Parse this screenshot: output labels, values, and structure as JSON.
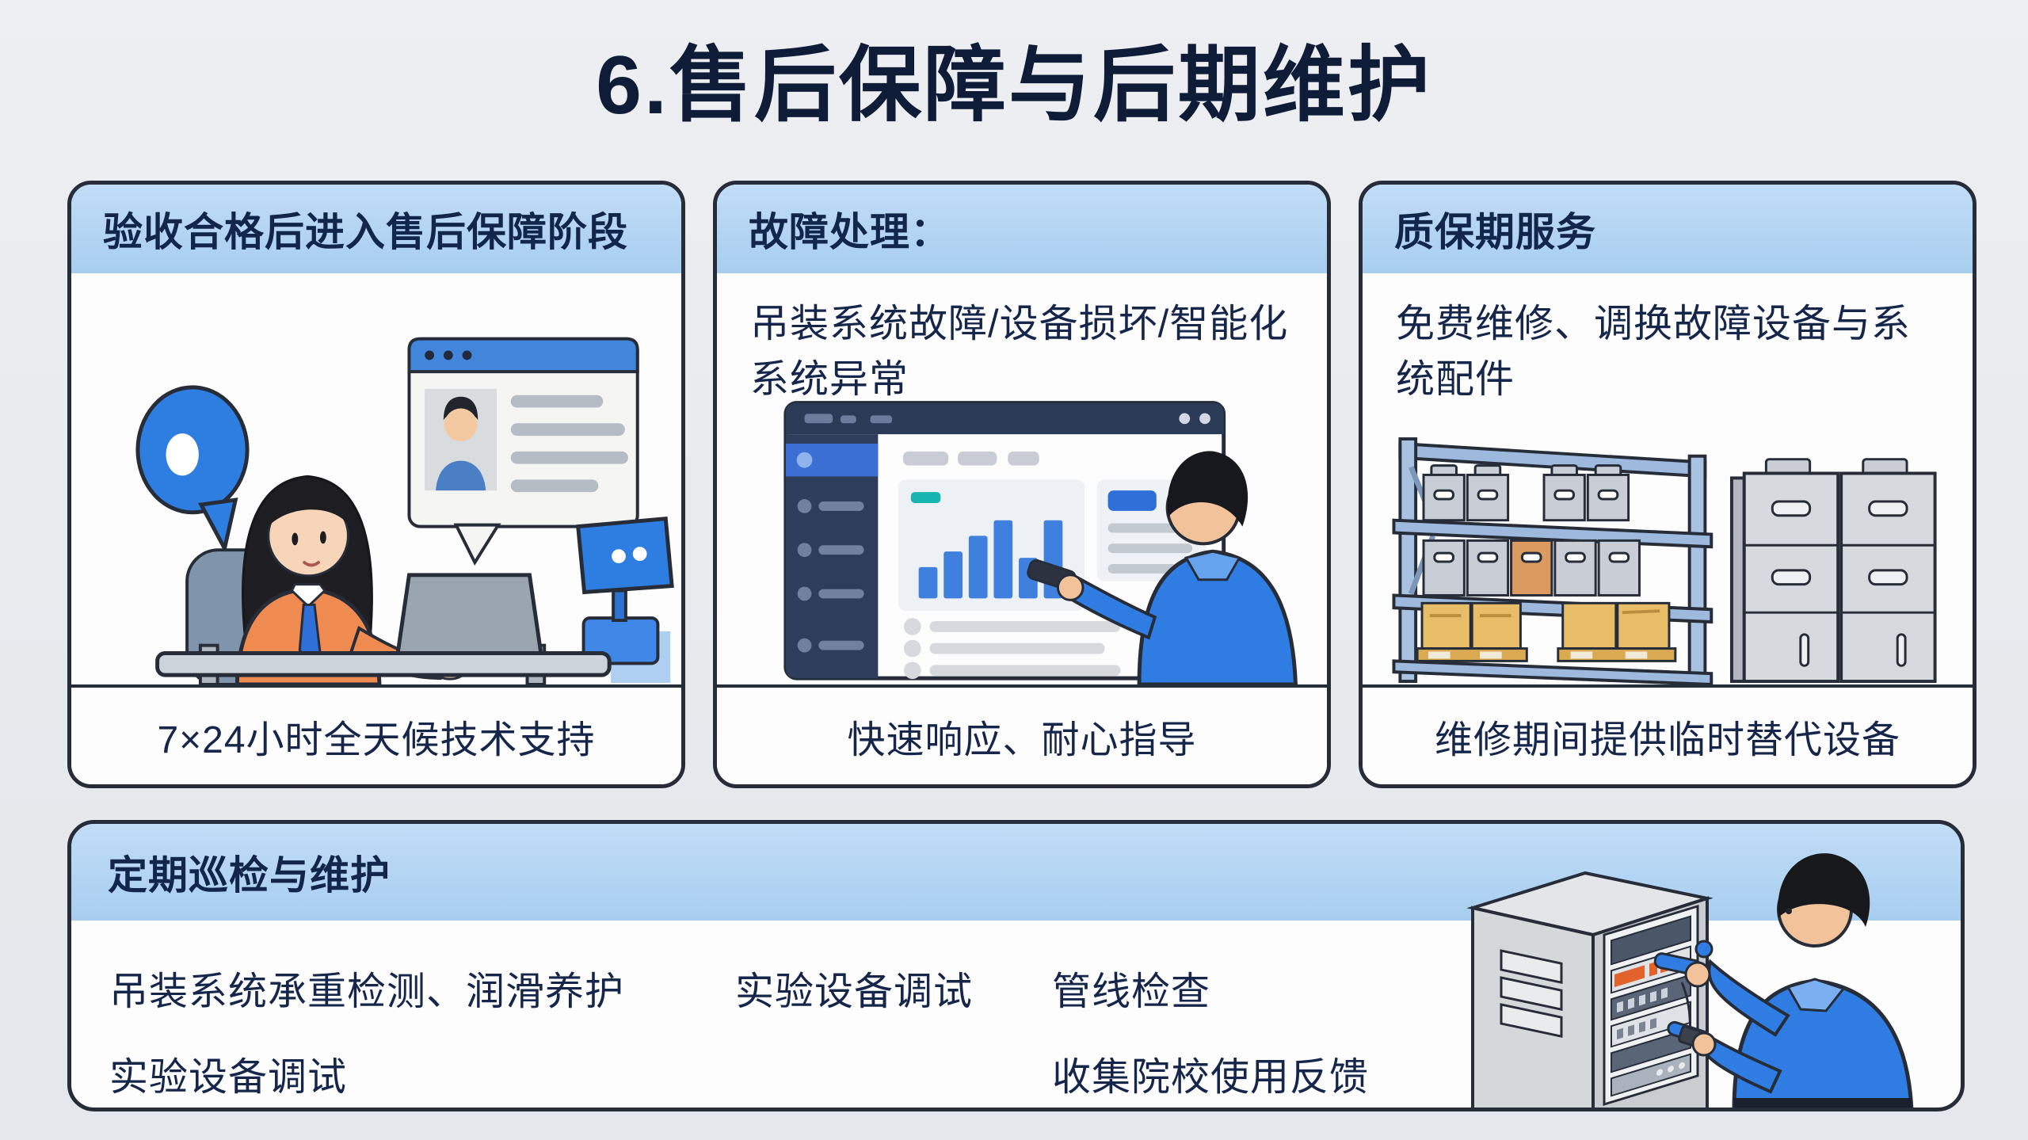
{
  "page": {
    "title": "6.售后保障与后期维护",
    "colors": {
      "background": "#e9ebee",
      "card_border": "#262c38",
      "header_band_blue": "#b5d6f3",
      "text_navy": "#15264a",
      "accent_blue": "#2e7de0",
      "orange": "#ef8a50",
      "teal": "#16b5b1"
    }
  },
  "cards": [
    {
      "header": "验收合格后进入售后保障阶段",
      "body": "",
      "footer": "7×24小时全天候技术支持",
      "illustration": "support-agent-at-laptop"
    },
    {
      "header": "故障处理：",
      "body": "吊装系统故障/设备损坏/智能化系统异常",
      "footer": "快速响应、耐心指导",
      "illustration": "engineer-pointing-dashboard"
    },
    {
      "header": "质保期服务",
      "body": "免费维修、调换故障设备与系统配件",
      "footer": "维修期间提供临时替代设备",
      "illustration": "warehouse-shelves-cabinets"
    }
  ],
  "bottom_card": {
    "header": "定期巡检与维护",
    "items_row1": [
      "吊装系统承重检测、润滑养护",
      "实验设备调试",
      "管线检查"
    ],
    "items_row2": [
      "实验设备调试",
      "收集院校使用反馈"
    ],
    "illustration": "technician-server-rack"
  }
}
